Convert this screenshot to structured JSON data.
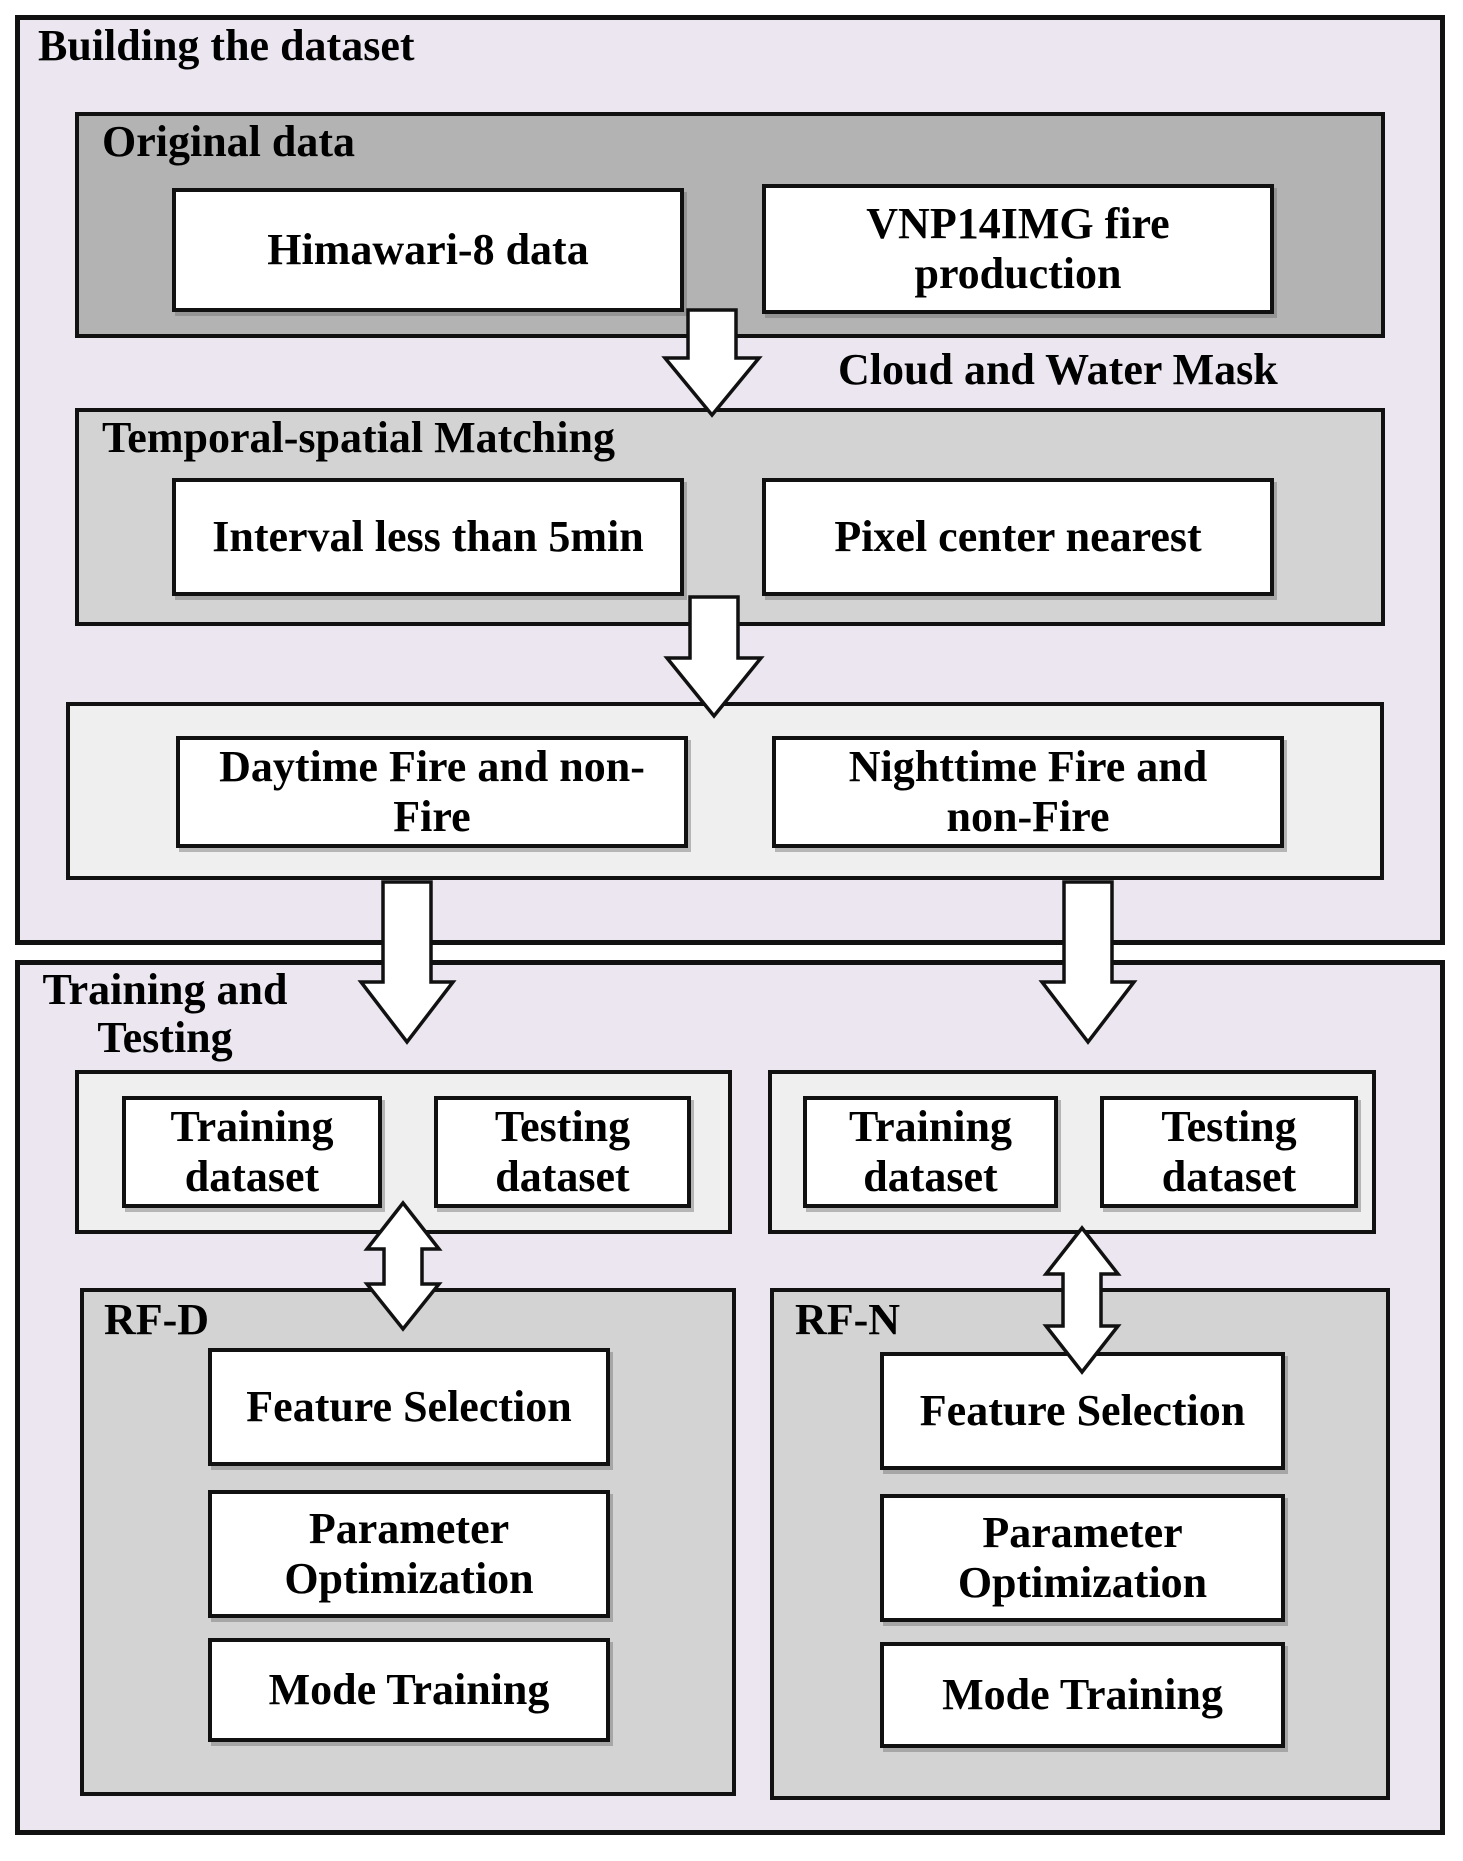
{
  "colors": {
    "panel_background": "#ebe6ef",
    "dark_gray_box": "#b3b3b3",
    "mid_gray_box": "#d3d3d3",
    "light_gray_box": "#efefef",
    "white_box": "#ffffff",
    "border": "#111111"
  },
  "building": {
    "title": "Building the dataset",
    "original_data": {
      "label": "Original data",
      "himawari": "Himawari-8 data",
      "vnp": "VNP14IMG fire\nproduction"
    },
    "cloud_water_mask_label": "Cloud and Water Mask",
    "temporal_matching": {
      "label": "Temporal-spatial Matching",
      "interval": "Interval less than 5min",
      "pixel": "Pixel center nearest"
    },
    "matched_samples": {
      "daytime": "Daytime Fire and non-\nFire",
      "nighttime": "Nighttime Fire and\nnon-Fire"
    }
  },
  "training_testing": {
    "title": "Training and\nTesting",
    "day_datasets": {
      "training": "Training\ndataset",
      "testing": "Testing\ndataset"
    },
    "night_datasets": {
      "training": "Training\ndataset",
      "testing": "Testing\ndataset"
    },
    "rf_d": {
      "label": "RF-D",
      "steps": [
        "Feature Selection",
        "Parameter\nOptimization",
        "Mode Training"
      ]
    },
    "rf_n": {
      "label": "RF-N",
      "steps": [
        "Feature Selection",
        "Parameter\nOptimization",
        "Mode Training"
      ]
    }
  },
  "icons": {
    "down_arrow": "flow-down-arrow",
    "double_arrow": "flow-double-arrow"
  }
}
